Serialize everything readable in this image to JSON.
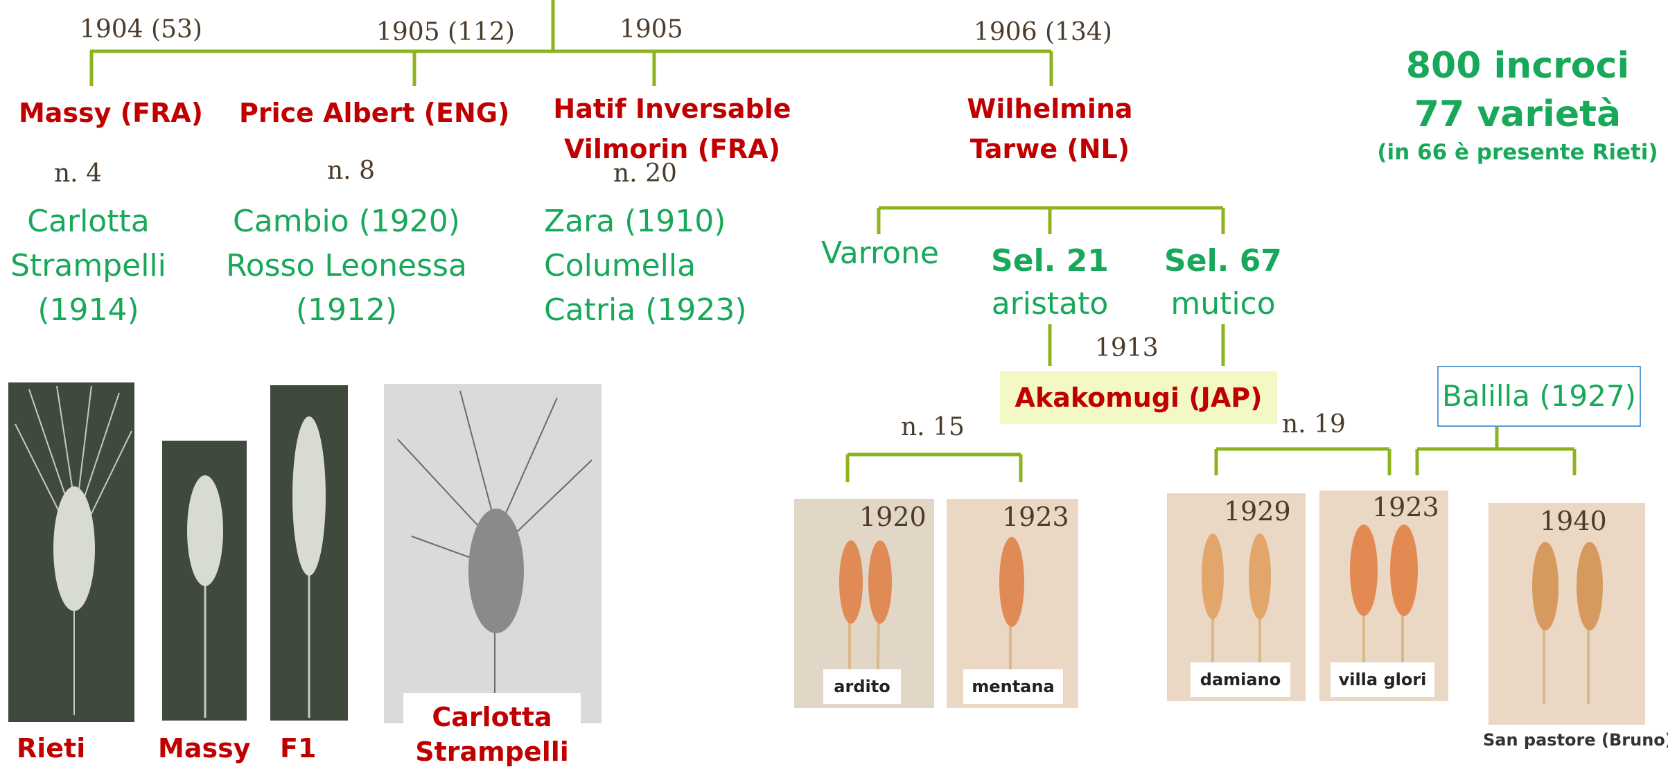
{
  "timeline": {
    "years": [
      "1904 (53)",
      "1905 (112)",
      "1905",
      "1906 (134)"
    ]
  },
  "parents": [
    {
      "name": "Massy (FRA)",
      "number": "n. 4",
      "varieties": [
        "Carlotta",
        "Strampelli",
        "(1914)"
      ]
    },
    {
      "name": "Price Albert (ENG)",
      "number": "n. 8",
      "varieties": [
        "Cambio (1920)",
        "Rosso Leonessa",
        "(1912)"
      ]
    },
    {
      "name_lines": [
        "Hatif Inversable",
        "Vilmorin (FRA)"
      ],
      "number": "n. 20",
      "varieties": [
        "Zara (1910)",
        "Columella",
        "Catria (1923)"
      ]
    },
    {
      "name_lines": [
        "Wilhelmina",
        "Tarwe (NL)"
      ]
    }
  ],
  "totals": {
    "line1": "800 incroci",
    "line2": "77 varietà",
    "line3": "(in 66 è presente Rieti)"
  },
  "selections": {
    "varrone": "Varrone",
    "sel21": {
      "title": "Sel. 21",
      "type": "aristato"
    },
    "sel67": {
      "title": "Sel. 67",
      "type": "mutico"
    }
  },
  "cross": {
    "year": "1913",
    "name": "Akakomugi (JAP)"
  },
  "balilla": "Balilla (1927)",
  "groups": {
    "n15": "n. 15",
    "n19": "n. 19"
  },
  "left_photos": {
    "rieti": "Rieti",
    "massy": "Massy",
    "f1": "F1",
    "carlotta": [
      "Carlotta",
      "Strampelli"
    ]
  },
  "wheat_photos": [
    {
      "year": "1920",
      "label": "ardito"
    },
    {
      "year": "1923",
      "label": "mentana"
    },
    {
      "year": "1929",
      "label": "damiano"
    },
    {
      "year": "1923",
      "label": "villa glori"
    },
    {
      "year": "1940",
      "caption": "San pastore (Bruno)"
    }
  ],
  "colors": {
    "tree_lines": "#8db31e",
    "parent_red": "#c00000",
    "variety_green": "#18a85a",
    "cross_highlight": "#f3f8c4",
    "balilla_border": "#5b9bd5",
    "year_brown": "#4a3b2a"
  }
}
